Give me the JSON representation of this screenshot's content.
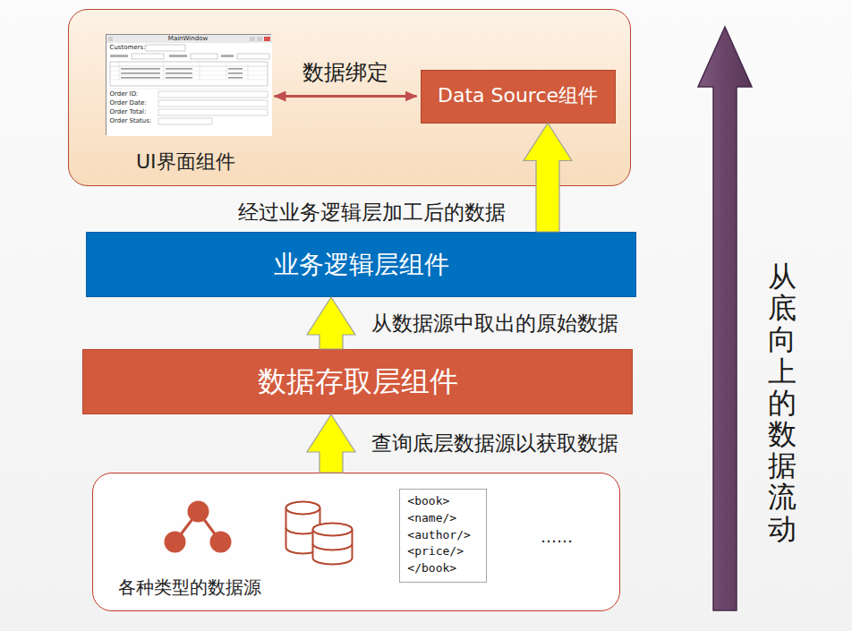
{
  "diagram": {
    "nodes": [
      {
        "text": [
          "UI界面组件"
        ]
      },
      {
        "text": [
          "MainWindow",
          "Customers:",
          "Order ID:",
          "Order Date:",
          "Order Total:",
          "Order Status:"
        ],
        "in": 0
      },
      {
        "text": [
          "Data Source组件"
        ],
        "in": 0
      },
      {
        "text": [
          "业务逻辑层组件"
        ]
      },
      {
        "text": [
          "数据存取层组件"
        ]
      },
      {
        "text": [
          "各种类型的数据源"
        ]
      },
      {
        "text": [
          "<book> <name/> <author/> <price/> </book>"
        ],
        "in": 5
      }
    ],
    "edges": [
      {
        "from": 1,
        "to": 2,
        "label": "数据绑定",
        "arrow": "both"
      },
      {
        "from": 3,
        "to": 2,
        "label": "经过业务逻辑层加工后的数据",
        "arrow": "to"
      },
      {
        "from": 4,
        "to": 3,
        "label": "从数据源中取出的原始数据",
        "arrow": "to"
      },
      {
        "from": 5,
        "to": 4,
        "label": "查询底层数据源以获取数据",
        "arrow": "to"
      }
    ],
    "labels": [
      "……",
      "从底向上的数据流动"
    ]
  }
}
